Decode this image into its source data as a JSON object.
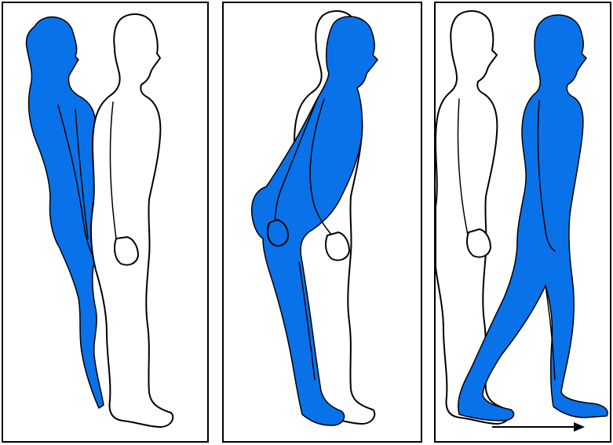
{
  "colors": {
    "figure_fill": "#0a72e8",
    "outline": "#000000",
    "background": "#ffffff"
  },
  "panels": [
    {
      "id": "panel-1",
      "figures": [
        "white-standing-figure",
        "blue-leaning-back-figure"
      ]
    },
    {
      "id": "panel-2",
      "figures": [
        "white-upright-figure",
        "blue-bending-forward-figure"
      ]
    },
    {
      "id": "panel-3",
      "figures": [
        "white-standing-figure",
        "blue-walking-figure"
      ]
    }
  ],
  "direction_icon": "right-arrow-icon"
}
